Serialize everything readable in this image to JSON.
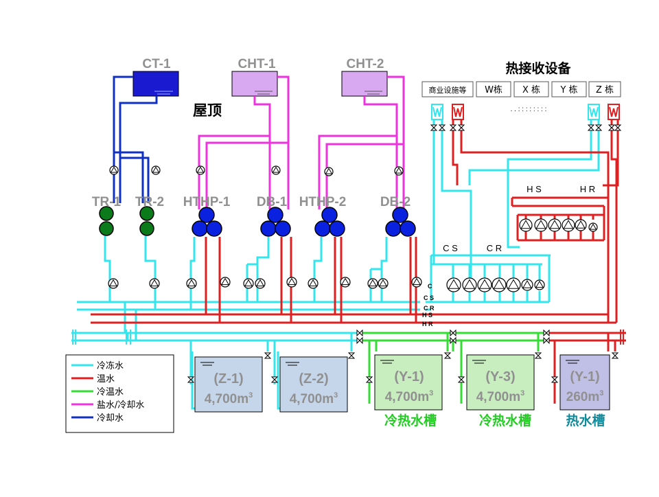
{
  "towers": {
    "ct1": "CT-1",
    "cht1": "CHT-1",
    "cht2": "CHT-2"
  },
  "roof_label": "屋顶",
  "heat_receiving_title": "热接收设备",
  "buildings": [
    "商业设施等",
    "W栋",
    "X 栋",
    "Y 栋",
    "Z 栋"
  ],
  "ellipsis": ". . : : : : : : : :",
  "equipment": {
    "tr1": "TR-1",
    "tr2": "TR-2",
    "hthp1": "HTHP-1",
    "db1": "DB-1",
    "hthp2": "HTHP-2",
    "db2": "DB-2"
  },
  "header_labels": {
    "hs": "H S",
    "hr": "H R",
    "cs": "C S",
    "cr": "C R"
  },
  "main_line_labels": [
    "C",
    "C S",
    "C R",
    "H S",
    "H R"
  ],
  "tanks": [
    {
      "id": "(Z-1)",
      "volume": "4,700m",
      "sup": "3"
    },
    {
      "id": "(Z-2)",
      "volume": "4,700m",
      "sup": "3"
    },
    {
      "id": "(Y-1)",
      "volume": "4,700m",
      "sup": "3"
    },
    {
      "id": "(Y-3)",
      "volume": "4,700m",
      "sup": "3"
    },
    {
      "id": "(Y-1)",
      "volume": "260m",
      "sup": "3"
    }
  ],
  "tank_captions": [
    "冷热水槽",
    "冷热水槽",
    "热水槽"
  ],
  "legend": [
    {
      "label": "冷冻水",
      "color": "#33e6ee"
    },
    {
      "label": "温水",
      "color": "#e02020"
    },
    {
      "label": "冷温水",
      "color": "#33dd33"
    },
    {
      "label": "盐水/冷却水",
      "color": "#ee33dd"
    },
    {
      "label": "冷却水",
      "color": "#1030c0"
    }
  ],
  "colors": {
    "chilled": "#33e6ee",
    "hot": "#e02020",
    "chilled_hot": "#33dd33",
    "brine": "#ee33dd",
    "cooling": "#1030c0",
    "pump_blue": "#0a22e0",
    "pump_green": "#0a7a1a"
  }
}
